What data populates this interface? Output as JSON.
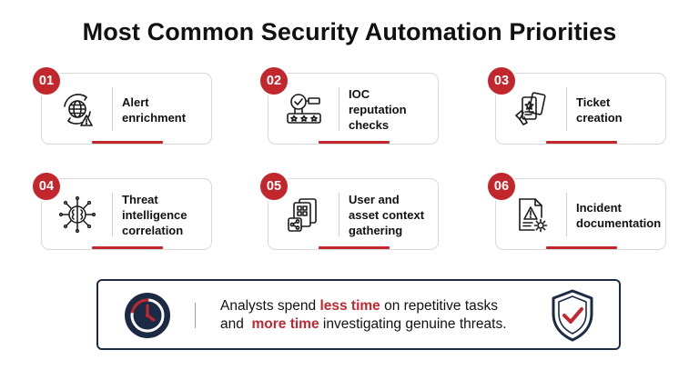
{
  "title": "Most Common Security Automation Priorities",
  "colors": {
    "accent": "#c2272d",
    "navy": "#1c2b45",
    "border": "#d9d9d9",
    "text": "#111111"
  },
  "cards": [
    {
      "number": "01",
      "label": "Alert\nenrichment",
      "icon": "globe-alert-icon"
    },
    {
      "number": "02",
      "label": "IOC\nreputation\nchecks",
      "icon": "verified-rating-icon"
    },
    {
      "number": "03",
      "label": "Ticket\ncreation",
      "icon": "ticket-icon"
    },
    {
      "number": "04",
      "label": "Threat\nintelligence\ncorrelation",
      "icon": "brain-network-icon"
    },
    {
      "number": "05",
      "label": "User and\nasset context\ngathering",
      "icon": "asset-share-icon"
    },
    {
      "number": "06",
      "label": "Incident\ndocumentation",
      "icon": "document-warning-gear-icon"
    }
  ],
  "banner": {
    "line1_before": "Analysts spend ",
    "line1_highlight": "less time",
    "line1_after": " on repetitive tasks",
    "line2_before": "and  ",
    "line2_highlight": "more time",
    "line2_after": " investigating genuine threats.",
    "left_icon": "clock-icon",
    "right_icon": "shield-check-icon"
  }
}
